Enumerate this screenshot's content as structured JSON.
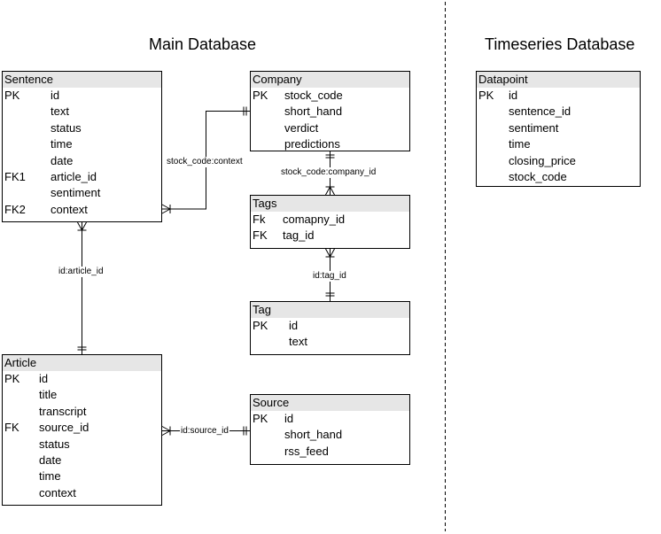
{
  "titles": {
    "main": "Main Database",
    "timeseries": "Timeseries Database"
  },
  "entities": {
    "sentence": {
      "name": "Sentence",
      "rows": [
        {
          "key": "PK",
          "field": "id"
        },
        {
          "key": "",
          "field": "text"
        },
        {
          "key": "",
          "field": "status"
        },
        {
          "key": "",
          "field": "time"
        },
        {
          "key": "",
          "field": "date"
        },
        {
          "key": "FK1",
          "field": "article_id"
        },
        {
          "key": "",
          "field": "sentiment"
        },
        {
          "key": "FK2",
          "field": "context"
        }
      ]
    },
    "company": {
      "name": "Company",
      "rows": [
        {
          "key": "PK",
          "field": "stock_code"
        },
        {
          "key": "",
          "field": "short_hand"
        },
        {
          "key": "",
          "field": "verdict"
        },
        {
          "key": "",
          "field": "predictions"
        }
      ]
    },
    "tags": {
      "name": "Tags",
      "rows": [
        {
          "key": "Fk",
          "field": "comapny_id"
        },
        {
          "key": "FK",
          "field": "tag_id"
        }
      ]
    },
    "tag": {
      "name": "Tag",
      "rows": [
        {
          "key": "PK",
          "field": "id"
        },
        {
          "key": "",
          "field": "text"
        }
      ]
    },
    "article": {
      "name": "Article",
      "rows": [
        {
          "key": "PK",
          "field": "id"
        },
        {
          "key": "",
          "field": "title"
        },
        {
          "key": "",
          "field": "transcript"
        },
        {
          "key": "FK",
          "field": "source_id"
        },
        {
          "key": "",
          "field": "status"
        },
        {
          "key": "",
          "field": "date"
        },
        {
          "key": "",
          "field": "time"
        },
        {
          "key": "",
          "field": "context"
        }
      ]
    },
    "source": {
      "name": "Source",
      "rows": [
        {
          "key": "PK",
          "field": "id"
        },
        {
          "key": "",
          "field": "short_hand"
        },
        {
          "key": "",
          "field": "rss_feed"
        }
      ]
    },
    "datapoint": {
      "name": "Datapoint",
      "rows": [
        {
          "key": "PK",
          "field": "id"
        },
        {
          "key": "",
          "field": "sentence_id"
        },
        {
          "key": "",
          "field": "sentiment"
        },
        {
          "key": "",
          "field": "time"
        },
        {
          "key": "",
          "field": "closing_price"
        },
        {
          "key": "",
          "field": "stock_code"
        }
      ]
    }
  },
  "relations": {
    "sentence_company": "stock_code:context",
    "company_tags": "stock_code:company_id",
    "tags_tag": "id:tag_id",
    "sentence_article": "id:article_id",
    "article_source": "id:source_id"
  }
}
